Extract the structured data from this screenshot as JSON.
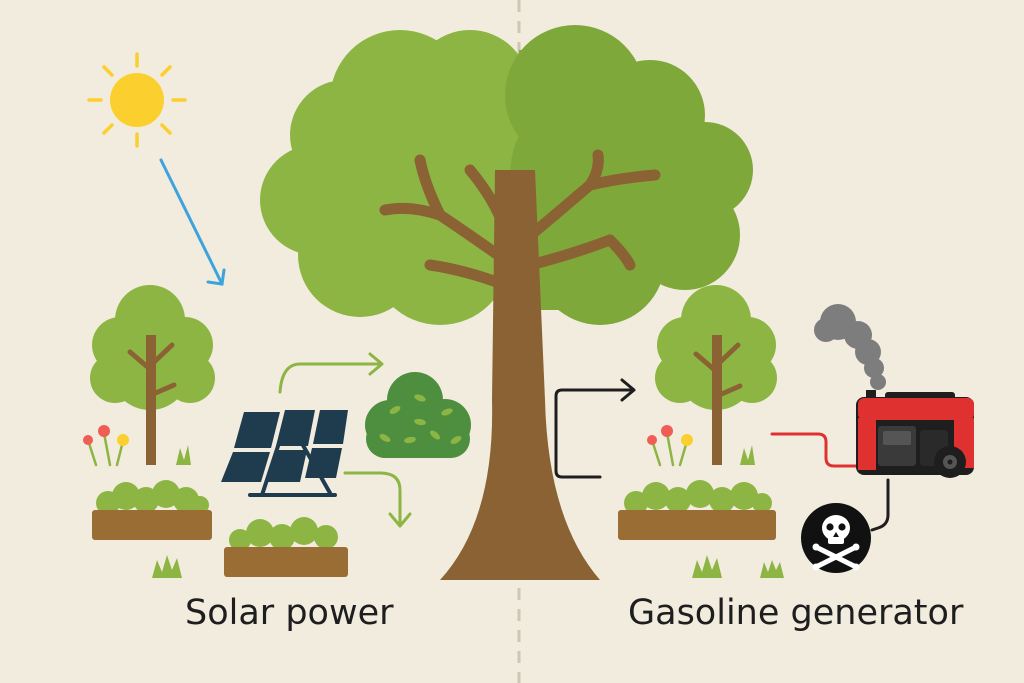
{
  "captions": {
    "left": "Solar power",
    "right": "Gasoline generator"
  },
  "icons": [
    "sun-icon",
    "sunlight-arrow",
    "solar-panel",
    "tree",
    "bush",
    "flower",
    "grass",
    "garden-bed",
    "flow-arrow",
    "gasoline-generator",
    "smoke",
    "skull-and-crossbones-icon",
    "power-cord"
  ],
  "colors": {
    "background": "#f2ecdf",
    "foliage_light": "#8db543",
    "foliage_dark": "#7fa83a",
    "trunk": "#8a6233",
    "bed": "#9a6d35",
    "bush": "#4d8f3f",
    "panel": "#1f3c4f",
    "sun": "#fbcf2d",
    "sun_arrow": "#3da3dd",
    "generator": "#e03131",
    "cord": "#e03131",
    "smoke": "#7d7d7d",
    "divider": "#cfc6b5",
    "skull_badge": "#111111"
  }
}
